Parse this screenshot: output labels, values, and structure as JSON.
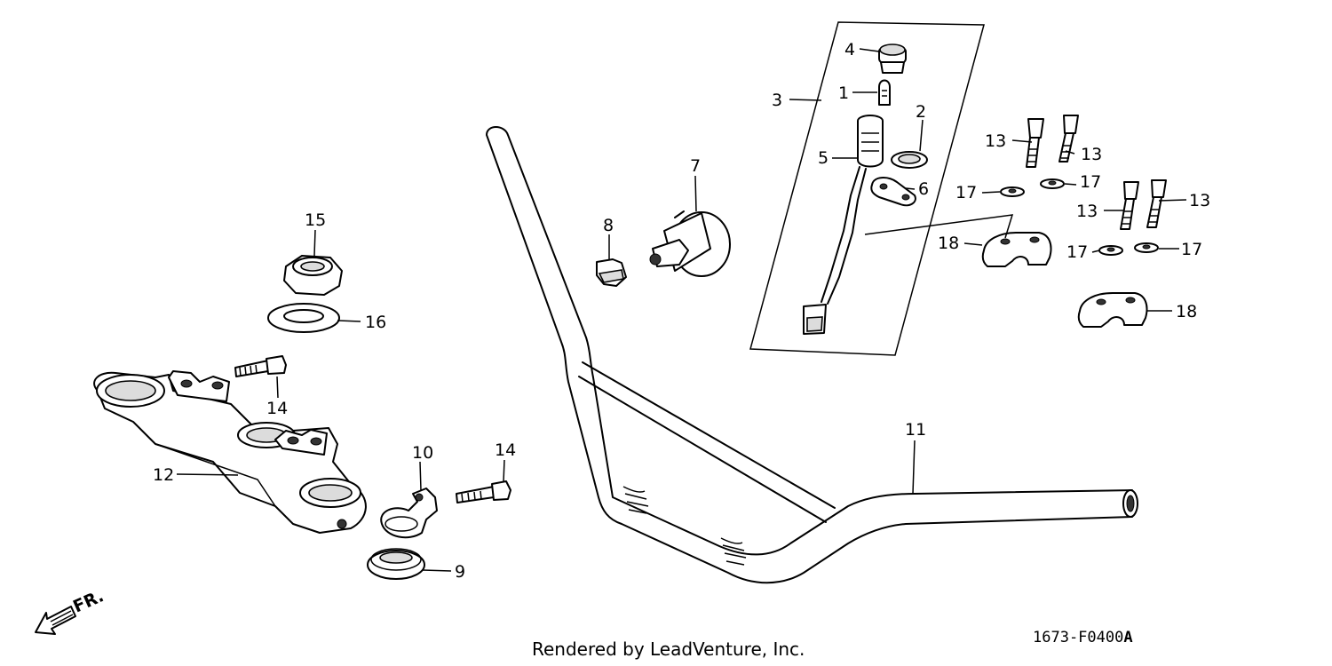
{
  "callouts": {
    "p1": "1",
    "p2": "2",
    "p3": "3",
    "p4": "4",
    "p5": "5",
    "p6": "6",
    "p7": "7",
    "p8": "8",
    "p9": "9",
    "p10": "10",
    "p11": "11",
    "p12": "12",
    "p13": "13",
    "p14": "14",
    "p15": "15",
    "p16": "16",
    "p17": "17",
    "p18": "18"
  },
  "direction_label": "FR.",
  "footer_credit": "Rendered by LeadVenture, Inc.",
  "diagram_code": "1673-F0400",
  "diagram_code_suffix": "A"
}
